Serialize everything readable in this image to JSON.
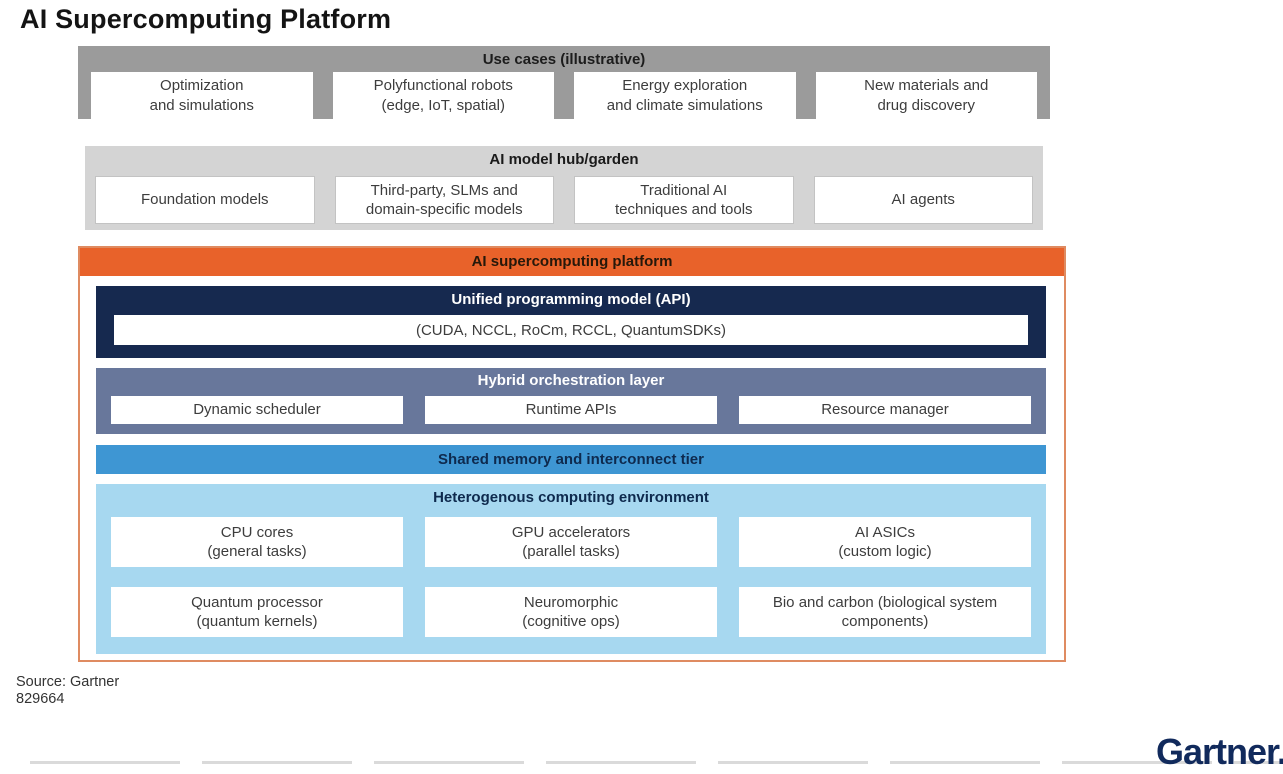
{
  "title": "AI Supercomputing Platform",
  "use_cases": {
    "header": "Use cases (illustrative)",
    "items": [
      "Optimization\nand simulations",
      "Polyfunctional robots\n(edge, IoT, spatial)",
      "Energy exploration\nand climate simulations",
      "New materials and\ndrug discovery"
    ]
  },
  "model_hub": {
    "header": "AI model hub/garden",
    "items": [
      "Foundation models",
      "Third-party, SLMs and\ndomain-specific models",
      "Traditional AI\ntechniques and tools",
      "AI agents"
    ]
  },
  "platform": {
    "header": "AI supercomputing platform",
    "unified_programming": {
      "header": "Unified programming model (API)",
      "api_box": "(CUDA, NCCL, RoCm, RCCL, QuantumSDKs)"
    },
    "orchestration": {
      "header": "Hybrid orchestration layer",
      "items": [
        "Dynamic scheduler",
        "Runtime APIs",
        "Resource manager"
      ]
    },
    "shared_memory": {
      "header": "Shared memory and interconnect tier"
    },
    "heterogeneous": {
      "header": "Heterogenous computing environment",
      "row1": [
        "CPU cores\n(general tasks)",
        "GPU accelerators\n(parallel tasks)",
        "AI ASICs\n(custom logic)"
      ],
      "row2": [
        "Quantum processor\n(quantum kernels)",
        "Neuromorphic\n(cognitive ops)",
        "Bio and carbon (biological system\ncomponents)"
      ]
    }
  },
  "footer": {
    "source": "Source: Gartner",
    "doc_id": "829664",
    "logo": "Gartner."
  },
  "colors": {
    "orange": "#E8622A",
    "orange_border": "#DF8B61",
    "navy": "#16294F",
    "slate": "#68779B",
    "blue": "#3E96D3",
    "light_blue": "#A7D8F0",
    "band_gray": "#9B9B9B",
    "band_light_gray": "#D4D4D4",
    "logo_navy": "#112A5C"
  }
}
